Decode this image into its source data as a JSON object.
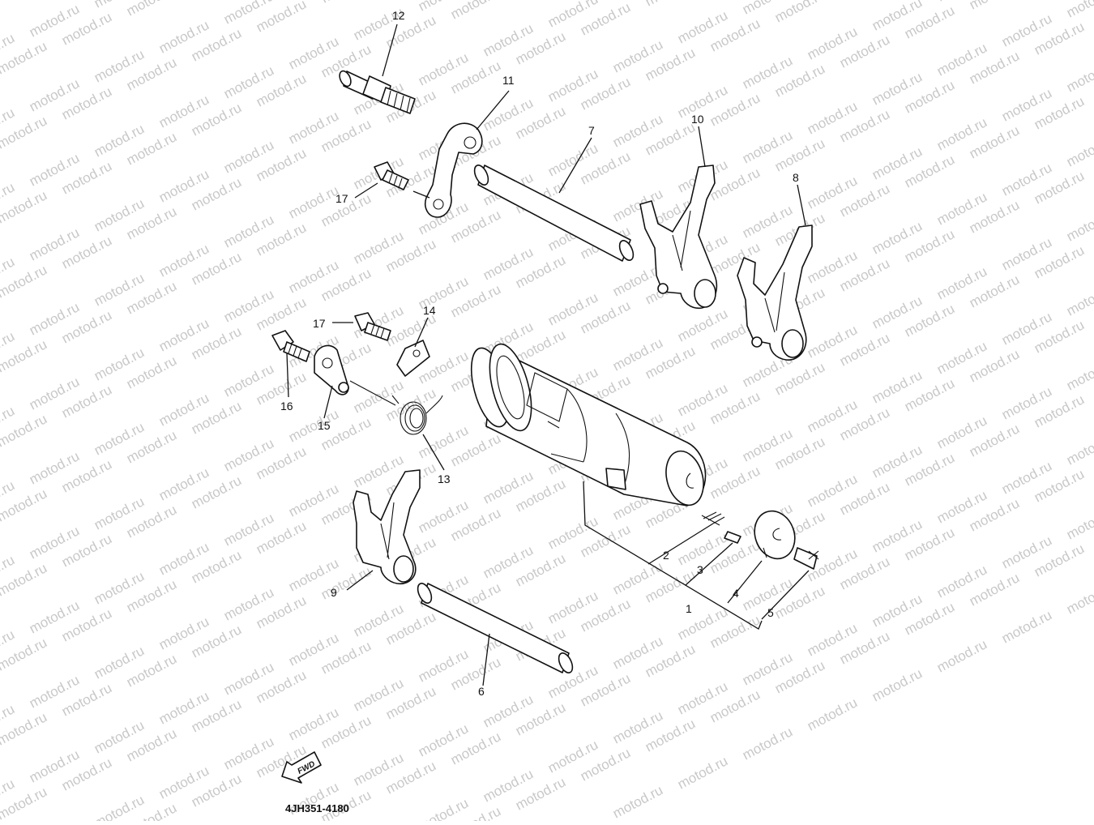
{
  "diagram_code": "4JH351-4180",
  "fwd_label": "FWD",
  "watermark_text": "motod.ru",
  "callouts": [
    {
      "id": "callout-1",
      "label": "1",
      "part": "shift-drum-assembly"
    },
    {
      "id": "callout-2",
      "label": "2",
      "part": "spring"
    },
    {
      "id": "callout-3",
      "label": "3",
      "part": "pin"
    },
    {
      "id": "callout-4",
      "label": "4",
      "part": "plate"
    },
    {
      "id": "callout-5",
      "label": "5",
      "part": "screw"
    },
    {
      "id": "callout-6",
      "label": "6",
      "part": "lower-shift-fork-shaft"
    },
    {
      "id": "callout-7",
      "label": "7",
      "part": "upper-shift-fork-shaft"
    },
    {
      "id": "callout-8",
      "label": "8",
      "part": "right-shift-fork"
    },
    {
      "id": "callout-9",
      "label": "9",
      "part": "lower-shift-fork"
    },
    {
      "id": "callout-10",
      "label": "10",
      "part": "middle-shift-fork"
    },
    {
      "id": "callout-11",
      "label": "11",
      "part": "bracket"
    },
    {
      "id": "callout-12",
      "label": "12",
      "part": "stud-bolt"
    },
    {
      "id": "callout-13",
      "label": "13",
      "part": "torsion-spring"
    },
    {
      "id": "callout-14",
      "label": "14",
      "part": "stopper-plate"
    },
    {
      "id": "callout-15",
      "label": "15",
      "part": "stopper-lever"
    },
    {
      "id": "callout-16",
      "label": "16",
      "part": "lever-bolt"
    },
    {
      "id": "callout-17a",
      "label": "17",
      "part": "upper-bolt"
    },
    {
      "id": "callout-17b",
      "label": "17",
      "part": "middle-bolt"
    }
  ]
}
